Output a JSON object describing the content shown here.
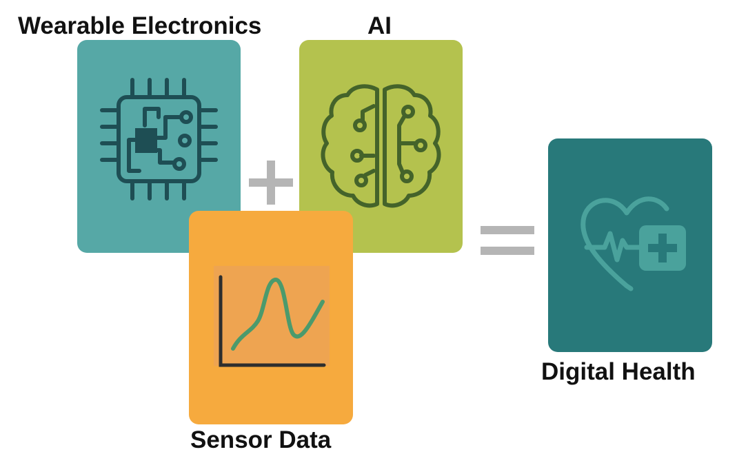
{
  "labels": {
    "wearable": "Wearable Electronics",
    "ai": "AI",
    "sensor": "Sensor Data",
    "health": "Digital Health"
  },
  "operators": {
    "plus": "plus-sign",
    "equals": "equals-sign"
  },
  "icons": {
    "wearable": "microchip-icon",
    "ai": "brain-circuit-icon",
    "sensor": "signal-graph-icon",
    "health": "heart-pulse-medical-icon"
  },
  "colors": {
    "wearable_card": "#56A8A6",
    "ai_card": "#B4C24E",
    "sensor_card": "#F6AA3E",
    "health_card": "#28797A",
    "operator": "#B5B5B5"
  }
}
